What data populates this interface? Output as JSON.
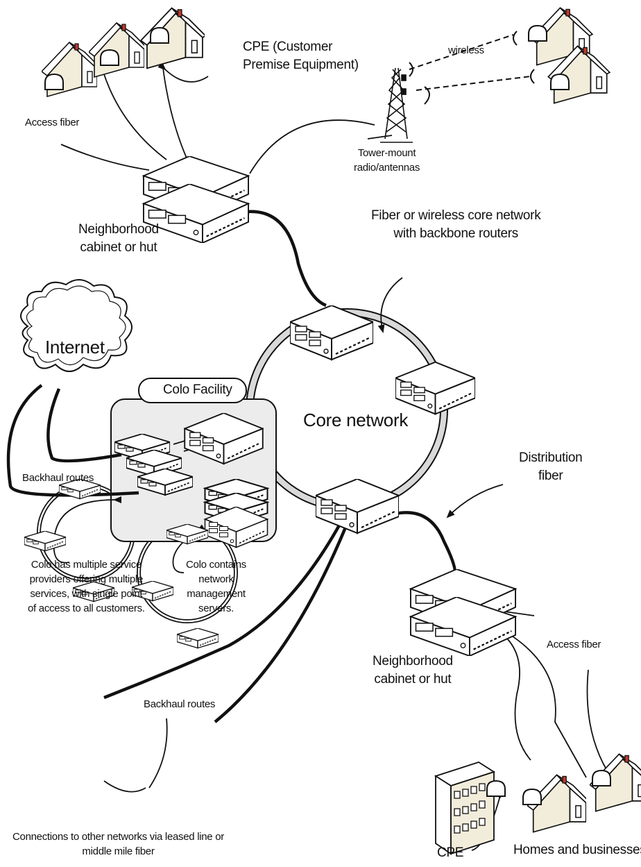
{
  "labels": {
    "cpe_top": [
      "CPE (Customer",
      "Premise Equipment)"
    ],
    "access_fiber_top": "Access fiber",
    "wireless": "wireless",
    "tower": [
      "Tower-mount",
      "radio/antennas"
    ],
    "neighborhood_top": [
      "Neighborhood",
      "cabinet or hut"
    ],
    "core_backbone": [
      "Fiber or wireless core network",
      "with backbone routers"
    ],
    "internet": "Internet",
    "colo_facility": "Colo Facility",
    "core_network": "Core network",
    "backhaul_top": "Backhaul routes",
    "distribution": [
      "Distribution",
      "fiber"
    ],
    "colo_multiple": [
      "Colo has multiple service",
      "providers offering multiple",
      "services, with single point",
      "of access to all customers."
    ],
    "colo_contains": [
      "Colo contains",
      "network",
      "management",
      "servers."
    ],
    "neighborhood_bottom": [
      "Neighborhood",
      "cabinet or hut"
    ],
    "access_fiber_bottom": "Access fiber",
    "backhaul_bottom": "Backhaul routes",
    "connections": [
      "Connections to other networks via leased line or",
      "middle mile fiber"
    ],
    "cpe_bottom": "CPE",
    "homes": "Homes and businesses"
  },
  "icons": [
    "house-icon",
    "cpe-dome-icon",
    "router-icon",
    "tower-icon",
    "cloud-icon",
    "office-building-icon",
    "antenna-signal-icon"
  ]
}
